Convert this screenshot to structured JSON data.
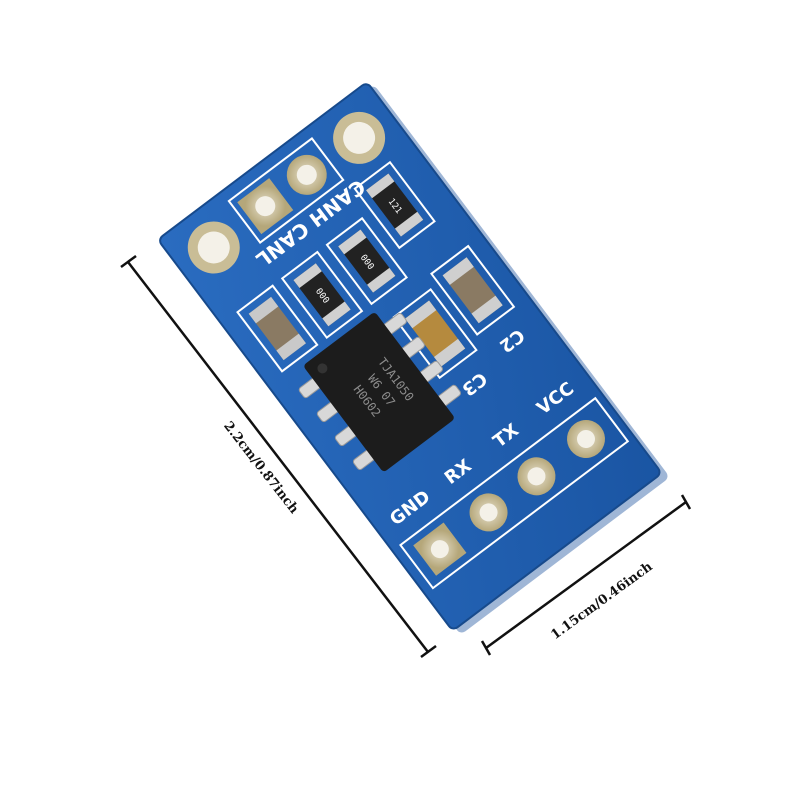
{
  "product": {
    "board_label_top": "CANH CANL",
    "pin_labels": [
      "GND",
      "RX",
      "TX",
      "VCC"
    ],
    "cap_labels": [
      "C3",
      "C2"
    ],
    "chip_marking": [
      "TJA1050",
      "W6 07",
      "H0602"
    ],
    "resistor_codes": [
      "000",
      "000",
      "121"
    ]
  },
  "dimensions": {
    "length_label": "2.2cm/0.87inch",
    "width_label": "1.15cm/0.46inch"
  },
  "colors": {
    "pcb_blue": "#1f5fb0",
    "pcb_edge": "#174a8c",
    "gold_pad": "#c8b98a",
    "chip_black": "#1c1c1c"
  }
}
